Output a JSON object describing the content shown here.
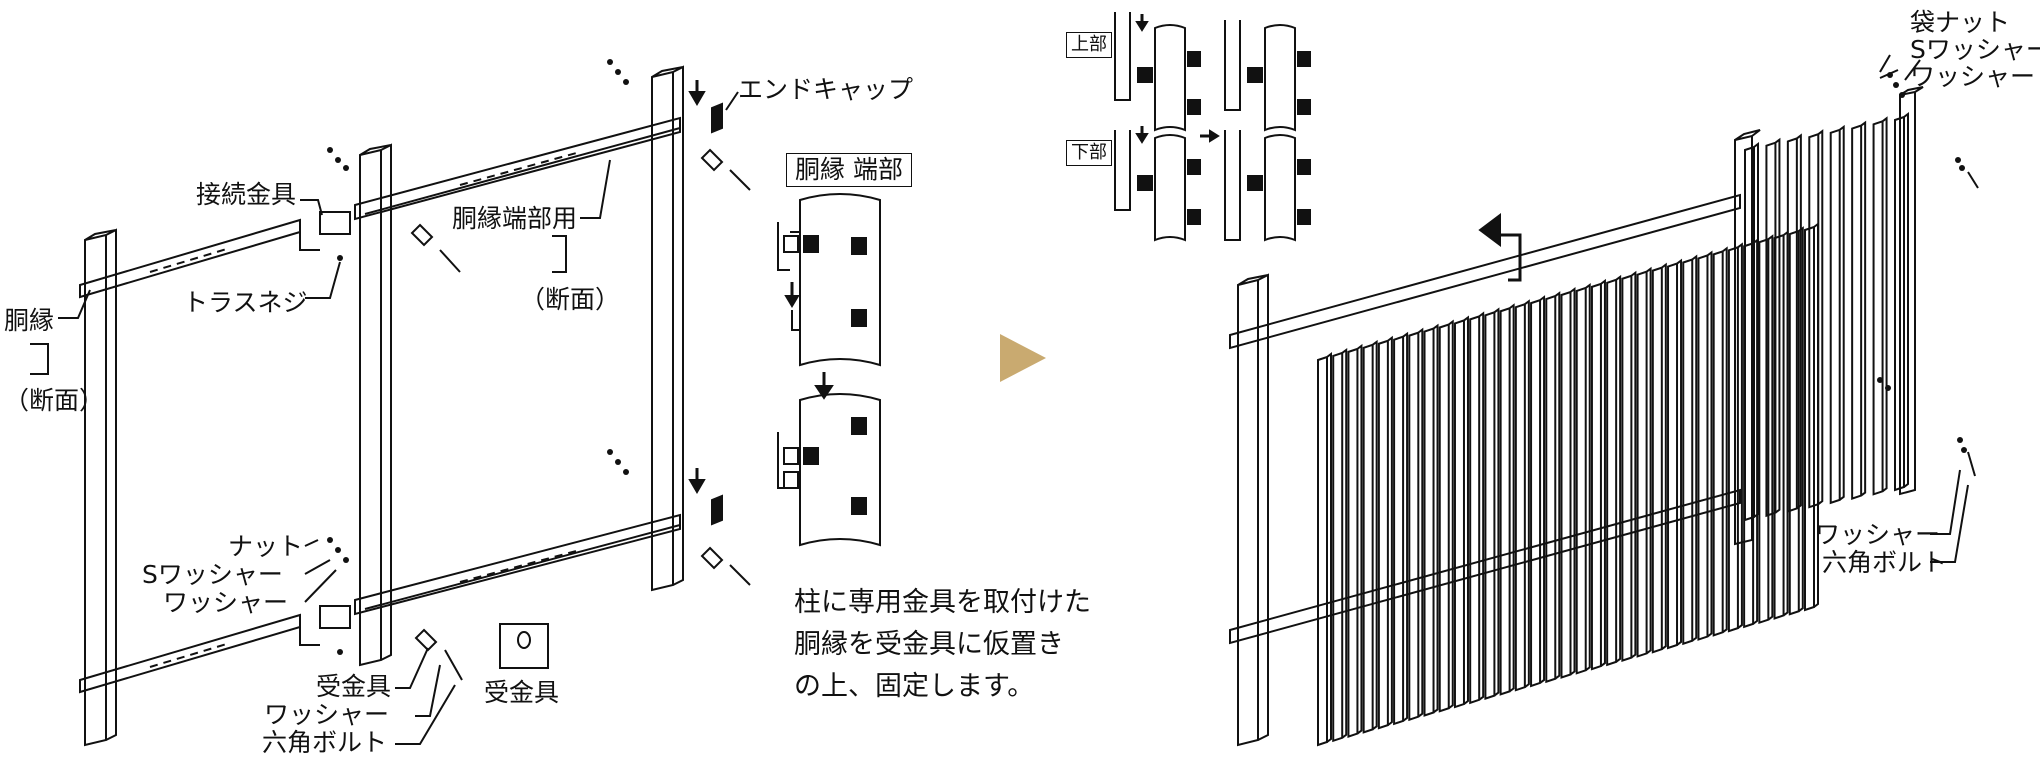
{
  "colors": {
    "line": "#111111",
    "accent_arrow": "#c9aa70"
  },
  "left": {
    "labels": {
      "end_cap": "エンドキャップ",
      "connector": "接続金具",
      "rail_end_use": "胴縁端部用",
      "cross_section_1": "（断面）",
      "truss_screw": "トラスネジ",
      "rail": "胴縁",
      "cross_section_2": "（断面）",
      "nut": "ナット",
      "s_washer": "Sワッシャー",
      "washer": "ワッシャー",
      "receiver": "受金具",
      "washer_2": "ワッシャー",
      "hex_bolt": "六角ボルト",
      "receiver_part": "受金具"
    },
    "detail_title": "胴縁 端部",
    "note": "柱に専用金具を取付けた\n胴縁を受金具に仮置き\nの上、固定します。"
  },
  "right": {
    "tags": {
      "upper": "上部",
      "lower": "下部"
    },
    "labels": {
      "cap_nut": "袋ナット",
      "s_washer": "Sワッシャー",
      "washer_top": "ワッシャー",
      "washer_bottom": "ワッシャー",
      "hex_bolt": "六角ボルト"
    }
  }
}
